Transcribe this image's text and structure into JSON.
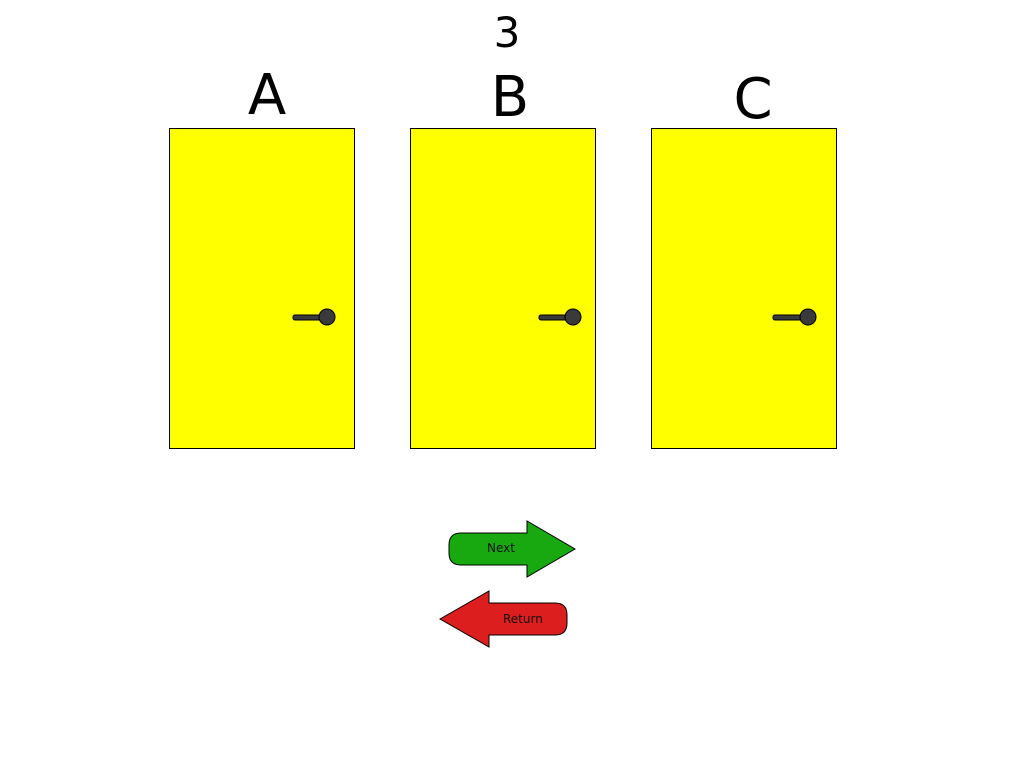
{
  "counter": "3",
  "colors": {
    "door": "#ffff00",
    "handle": "#3a3a3a",
    "next_button": "#18a80f",
    "return_button": "#dd1e1e"
  },
  "doors": [
    {
      "label": "A",
      "icon": "door-handle-icon"
    },
    {
      "label": "B",
      "icon": "door-handle-icon"
    },
    {
      "label": "C",
      "icon": "door-handle-icon"
    }
  ],
  "buttons": {
    "next": {
      "label": "Next",
      "icon": "arrow-right-icon"
    },
    "return": {
      "label": "Return",
      "icon": "arrow-left-icon"
    }
  }
}
